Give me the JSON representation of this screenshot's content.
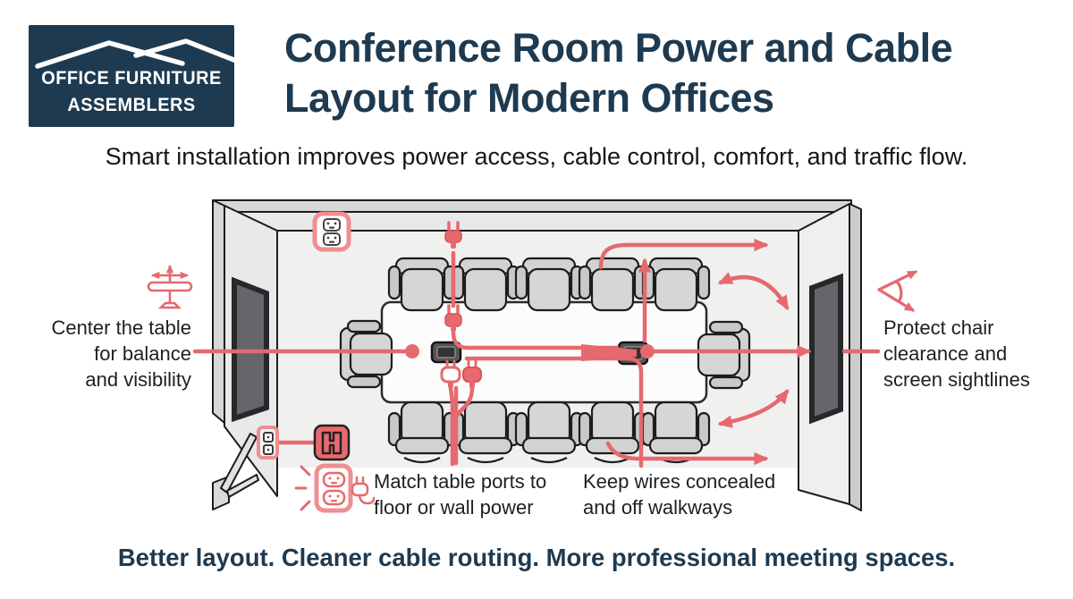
{
  "logo": {
    "line1": "OFFICE FURNITURE",
    "line2": "ASSEMBLERS"
  },
  "header": {
    "title": "Conference Room Power and Cable\nLayout for Modern Offices",
    "subtitle": "Smart installation improves power access, cable control, comfort, and traffic flow."
  },
  "callouts": {
    "center_table": "Center the table\nfor balance\nand visibility",
    "protect_chair": "Protect chair\nclearance and\nscreen sightlines",
    "match_ports": "Match table ports to\nfloor or wall power",
    "keep_wires": "Keep wires concealed\nand off walkways"
  },
  "footer": {
    "tagline": "Better layout. Cleaner cable routing. More professional meeting spaces."
  },
  "icons": {
    "logo_icon": "roofline-icon",
    "center_table_icon": "table-move-icon",
    "protect_chair_icon": "sightline-eye-icon",
    "power_icons": [
      "wall-outlet-icon",
      "plug-icon",
      "floor-box-icon",
      "duplex-outlet-icon"
    ]
  },
  "colors": {
    "navy": "#1e3a50",
    "red": "#e5696e",
    "red_light": "#ef8e90",
    "wall": "#e9e9e9",
    "floor": "#f0f0ef",
    "text": "#1d1f22"
  }
}
